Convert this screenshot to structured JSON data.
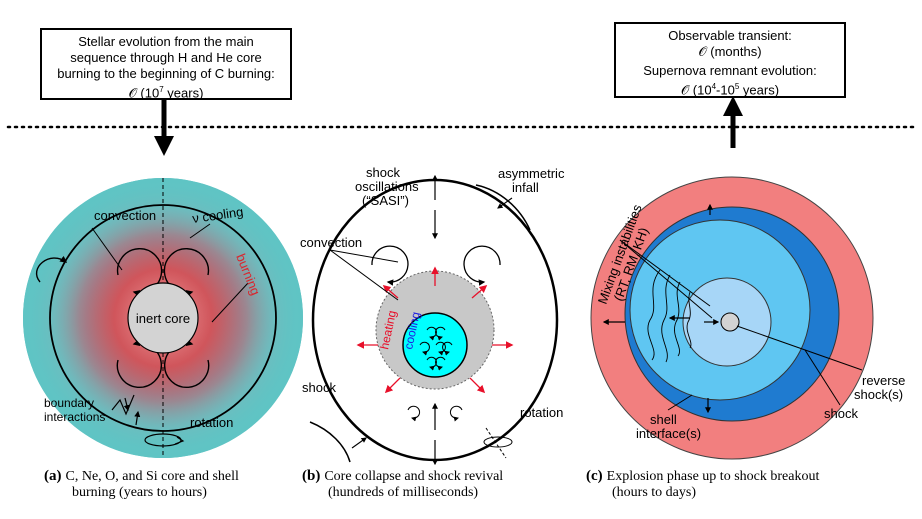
{
  "top_left_box": {
    "line1": "Stellar evolution from the main",
    "line2": "sequence through H and He core",
    "line3": "burning to the beginning of C burning:",
    "line4_symbol": "𝒪",
    "line4_prefix": "(10",
    "line4_exp": "7",
    "line4_suffix": " years)"
  },
  "top_right_box": {
    "line1": "Observable transient:",
    "line2": "𝒪 (months)",
    "line3": "Supernova remnant evolution:",
    "line4_symbol": "𝒪",
    "line4_a": "(10",
    "line4_exp1": "4",
    "line4_b": "-10",
    "line4_exp2": "5",
    "line4_c": " years)"
  },
  "panel_a": {
    "labels": {
      "convection": "convection",
      "nu_cooling": "ν cooling",
      "burning": "burning",
      "inert_core": "inert core",
      "boundary_1": "boundary",
      "boundary_2": "interactions",
      "rotation": "rotation"
    },
    "caption_letter": "(a)",
    "caption_line1": "C, Ne, O, and Si core and shell",
    "caption_line2": "burning  (years to hours)"
  },
  "panel_b": {
    "labels": {
      "shock_osc_1": "shock",
      "shock_osc_2": "oscillations",
      "shock_osc_3": "(“SASI”)",
      "asym_1": "asymmetric",
      "asym_2": "infall",
      "convection": "convection",
      "heating": "heating",
      "cooling": "cooling",
      "shock": "shock",
      "rotation": "rotation"
    },
    "caption_letter": "(b)",
    "caption_line1": "Core collapse and shock revival",
    "caption_line2": "(hundreds of milliseconds)"
  },
  "panel_c": {
    "labels": {
      "mixing_1": "Mixing instabilities",
      "mixing_2": "(RT, RM, KH)",
      "reverse_1": "reverse",
      "reverse_2": "shock(s)",
      "shell_1": "shell",
      "shell_2": "interface(s)",
      "shock": "shock"
    },
    "caption_letter": "(c)",
    "caption_line1": "Explosion phase up to shock breakout",
    "caption_line2": "(hours to days)"
  },
  "colors": {
    "teal": "#5fc4c4",
    "burning_red": "#d9262e",
    "inert_gray": "#d3d3d3",
    "cyan": "#00ffff",
    "shell_gray": "#c8c8c8",
    "arrow_red": "#e8102a",
    "cooling_blue": "#2020e0",
    "pink": "#f27f7f",
    "dark_blue": "#1f7bd0",
    "mid_blue": "#5fc6f2",
    "light_blue": "#a7d6f7"
  }
}
